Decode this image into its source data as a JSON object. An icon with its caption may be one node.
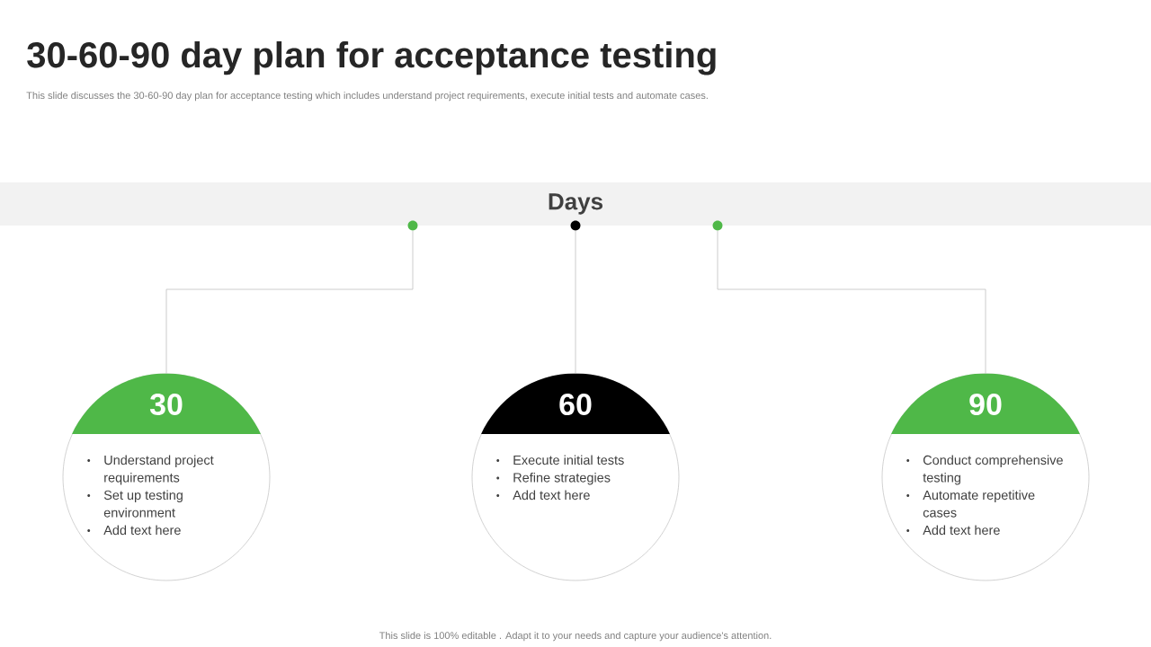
{
  "diagram": {
    "title": "30-60-90 day plan for acceptance testing",
    "nodes": [
      {
        "text": [
          "Days"
        ]
      },
      {
        "text": [],
        "shape": "circle"
      },
      {
        "text": [],
        "shape": "circle"
      },
      {
        "text": [],
        "shape": "circle"
      },
      {
        "text": [
          "30",
          "Understand project requirements",
          "Set up testing environment",
          "Add text here"
        ]
      },
      {
        "text": [
          "60",
          "Execute initial tests",
          "Refine strategies",
          "Add text here"
        ]
      },
      {
        "text": [
          "90",
          "Conduct comprehensive testing",
          "Automate repetitive cases",
          "Add text here"
        ]
      }
    ],
    "edges": [
      {
        "from": 1,
        "to": 4,
        "arrow": "none"
      },
      {
        "from": 2,
        "to": 5,
        "arrow": "none"
      },
      {
        "from": 3,
        "to": 6,
        "arrow": "none"
      }
    ],
    "labels": [
      "This slide discusses the 30-60-90 day plan for acceptance testing which includes understand project requirements, execute initial tests and automate cases.",
      "This slide is 100% editable . Adapt it to your needs and capture your audience's attention."
    ]
  }
}
